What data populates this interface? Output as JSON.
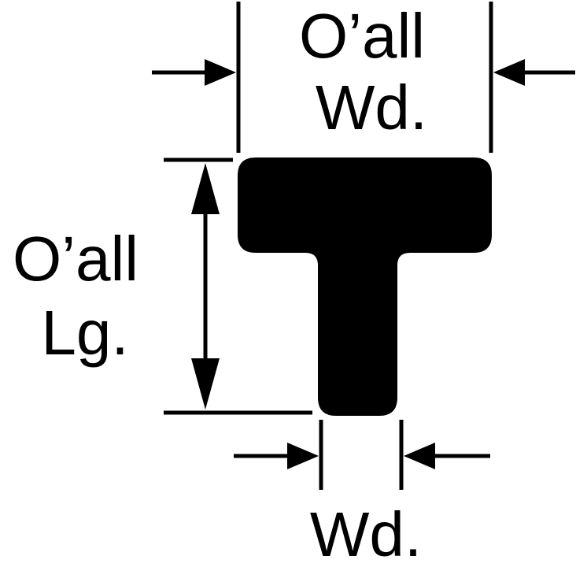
{
  "labels": {
    "overall_width_line1": "O’all",
    "overall_width_line2": "Wd.",
    "overall_length_line1": "O’all",
    "overall_length_line2": "Lg.",
    "stem_width": "Wd."
  },
  "colors": {
    "ink": "#000000",
    "background": "#ffffff"
  }
}
